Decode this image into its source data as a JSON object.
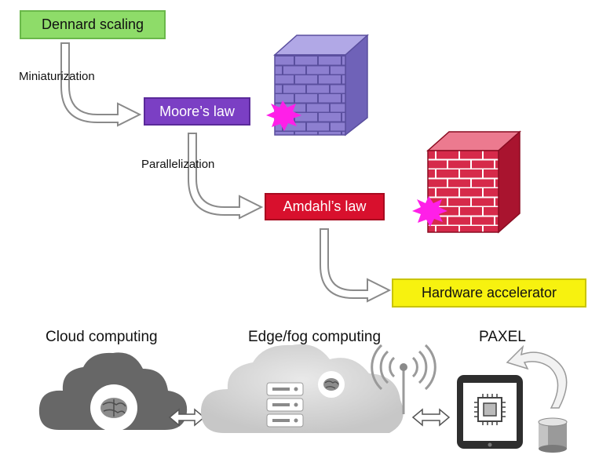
{
  "boxes": {
    "dennard": "Dennard scaling",
    "moore": "Moore’s law",
    "amdahl": "Amdahl’s law",
    "hardware": "Hardware accelerator"
  },
  "transitions": {
    "miniaturization": "Miniaturization",
    "parallelization": "Parallelization"
  },
  "sections": {
    "cloud": "Cloud computing",
    "edge": "Edge/fog computing",
    "paxel": "PAXEL"
  },
  "colors": {
    "dennard": "#8edc69",
    "moore": "#7b3fc4",
    "amdahl": "#d8102d",
    "hardware": "#f7f20f",
    "wall_purple": "#8d7fd0",
    "wall_red": "#d62a4a",
    "burst": "#ff1fe8"
  },
  "icons": [
    "brick-wall-icon",
    "burst-icon",
    "cloud-icon",
    "brain-icon",
    "server-rack-icon",
    "wifi-antenna-icon",
    "tablet-icon",
    "chip-icon",
    "database-icon",
    "double-arrow-icon",
    "curved-arrow-icon"
  ]
}
